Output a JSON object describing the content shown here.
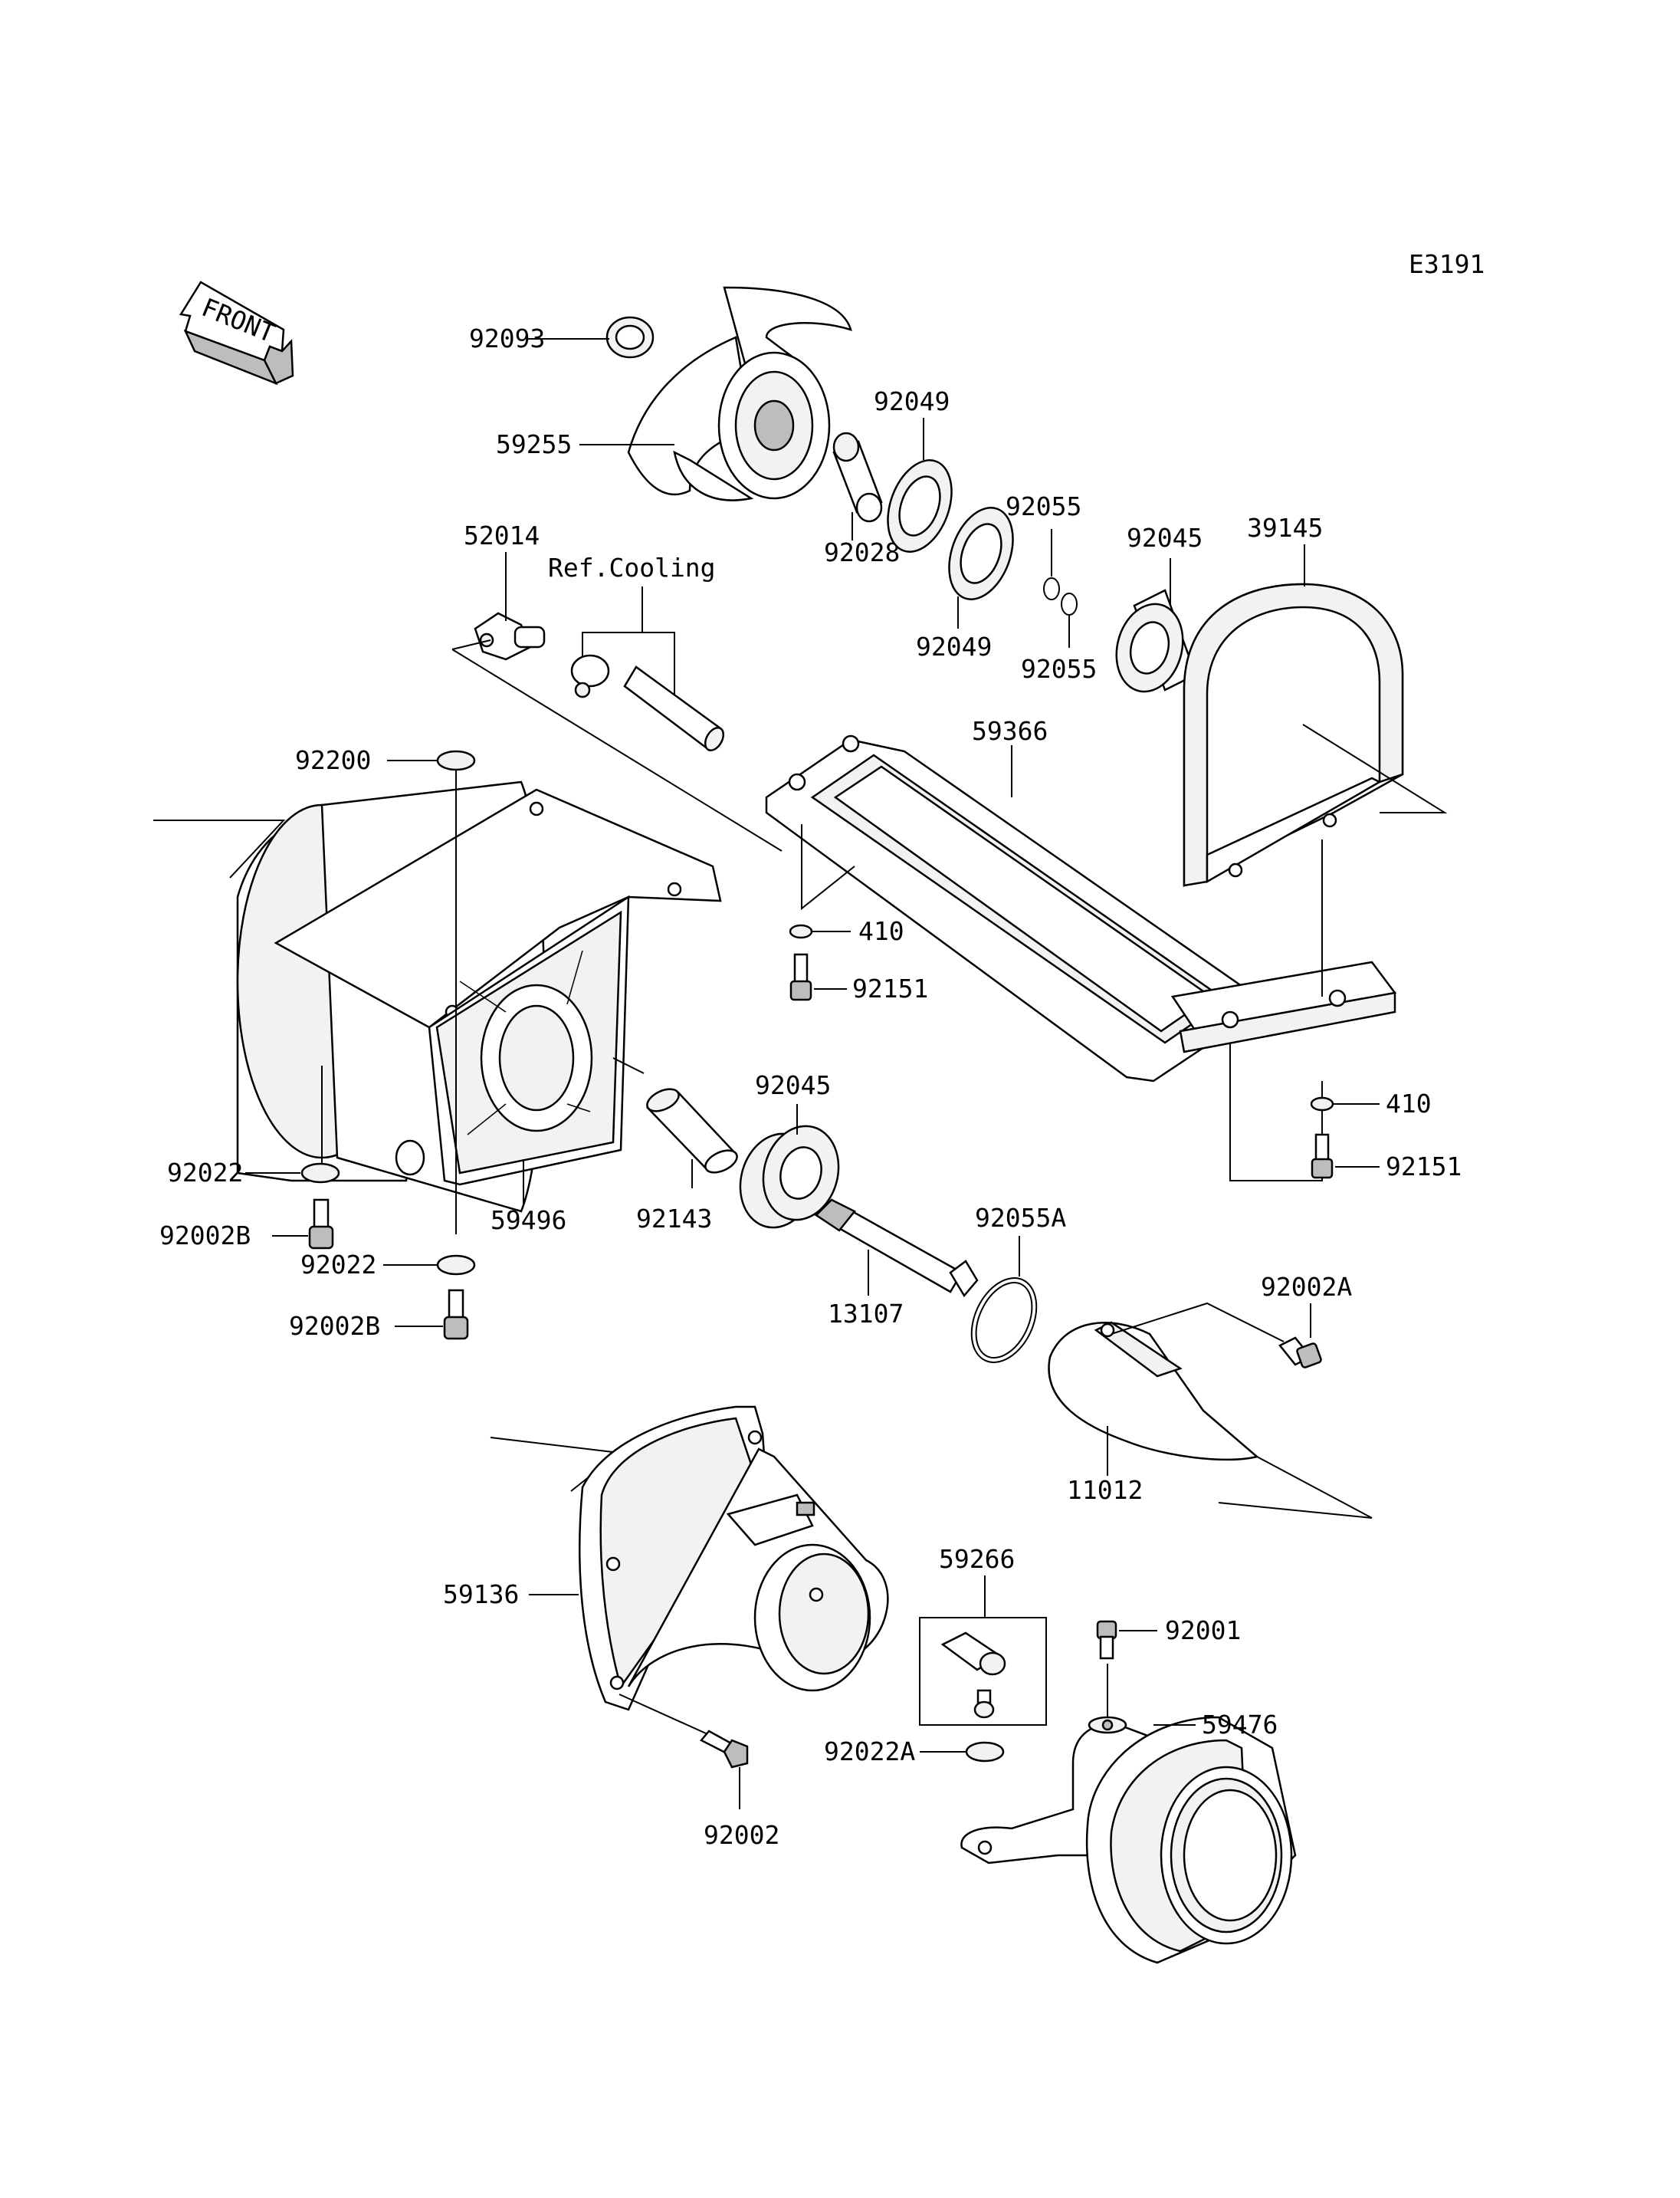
{
  "diagram_code": "E3191",
  "front_label": "FRONT",
  "ref_note": "Ref.Cooling",
  "parts": {
    "p92093": "92093",
    "p59255": "59255",
    "p92049a": "92049",
    "p92028": "92028",
    "p92049b": "92049",
    "p92055a": "92055",
    "p92055b": "92055",
    "p92045a": "92045",
    "p39145": "39145",
    "p52014": "52014",
    "p59366": "59366",
    "p92200": "92200",
    "p410a": "410",
    "p92151a": "92151",
    "p92045b": "92045",
    "p410b": "410",
    "p92151b": "92151",
    "p92022a": "92022",
    "p92002Ba": "92002B",
    "p59496": "59496",
    "p92143": "92143",
    "p92055A": "92055A",
    "p92002A": "92002A",
    "p92022b": "92022",
    "p92002Bb": "92002B",
    "p13107": "13107",
    "p11012": "11012",
    "p59266": "59266",
    "p92001": "92001",
    "p59136": "59136",
    "p59476": "59476",
    "p92022A": "92022A",
    "p92002": "92002"
  }
}
